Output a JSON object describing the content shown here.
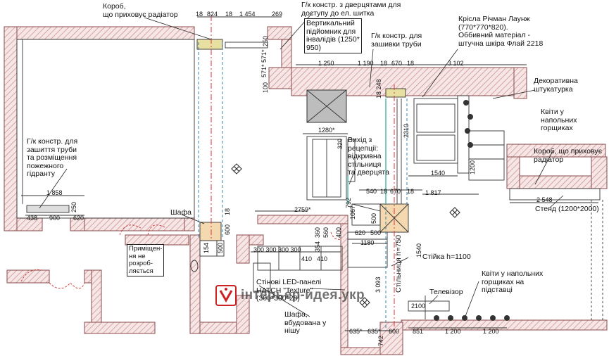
{
  "labels": {
    "box_radiator_top": "Короб,\nщо приховує радіатор",
    "gk_door_panel": "Г/к констр. з дверцятами для\nдоступу до ел. шитка",
    "lift": "Вертикальний\nпідйомник для\nінвалідів (1250*\n950)",
    "gk_pipe_cover": "Г/к констр. для\nзашивки труби",
    "chairs": "Крісла Річман Лаунж\n(770*770*820).\nОббивний матеріал -\nштучна шкіра Флай 2218",
    "decor_plaster": "Декоративна\nштукатурка",
    "flowers_pots": "Квіти у\nнапольних\nгорщиках",
    "box_radiator_right": "Короб, що приховує\nрадіатор",
    "stand": "Стенд (1200*2000)",
    "gk_hydrant": "Г/к констр. для\nзашиття труби\nта розміщення\nпожежного\nгідранту",
    "exit_reception": "Вихід з\nрецепції:\nвідкривна\nстільниця\nта дверцята",
    "wardrobe": "Шафа",
    "unfinished_room": "Приміщен-\nня не\nрозроб-\nляється",
    "led_panels": "Стінові LED-панелі\nHATCH \"Texture\"\n(300*300*28)",
    "wardrobe_niche": "Шафа,\nвбудована у\nнішу",
    "counter_1100": "Стійка h=1100",
    "counter_750": "Стільниця h=750",
    "flowers_stand": "Квіти у напольних\nгорщиках на\nпідставці",
    "tv": "Телевізор",
    "watermark": "інтерьер-идея.укр"
  },
  "dimensions": {
    "top_18a": "18",
    "top_824": "824",
    "top_18b": "18",
    "top_1454": "1 454",
    "top_269": "269",
    "row2_1250": "1 250",
    "row2_1190": "1 190",
    "row2_18a": "18",
    "row2_670": "670",
    "row2_18b": "18",
    "row2_3102": "3 102",
    "v_571a": "571* 571*",
    "v_100": "100",
    "v_250": "250",
    "v_18_248": "18 248",
    "v_2310": "2310",
    "d_1280": "1280*",
    "v_320": "320",
    "d_1540": "1540",
    "v_1200": "1200",
    "d_540": "540",
    "d_18a": "18",
    "d_670": "670",
    "d_18b": "18",
    "d_1817": "1 817",
    "d_2548": "2 548",
    "d_2759": "2759*",
    "v_792": "792",
    "v_1067": "1067",
    "v_500a": "500",
    "d_1858": "1 858",
    "d_438": "438",
    "d_900": "900",
    "d_620": "620",
    "v_250b": "250",
    "v_154": "154",
    "v_500b": "500",
    "v_600": "600",
    "v_18": "18",
    "d_300s": "300  300  300  300",
    "v_354": "354",
    "v_360": "360",
    "v_560": "560",
    "d_410a": "410",
    "d_410b": "410",
    "d_620b": "620",
    "d_500b": "500",
    "d_1180": "1180",
    "v_400": "400",
    "v_1540": "1540",
    "v_3093": "3 093",
    "d_2100": "2100",
    "d_635a": "635*",
    "d_635b": "635*",
    "d_600": "600",
    "d_851": "851",
    "d_1200a": "1 200",
    "d_1200b": "1 200",
    "v_742": "742"
  }
}
